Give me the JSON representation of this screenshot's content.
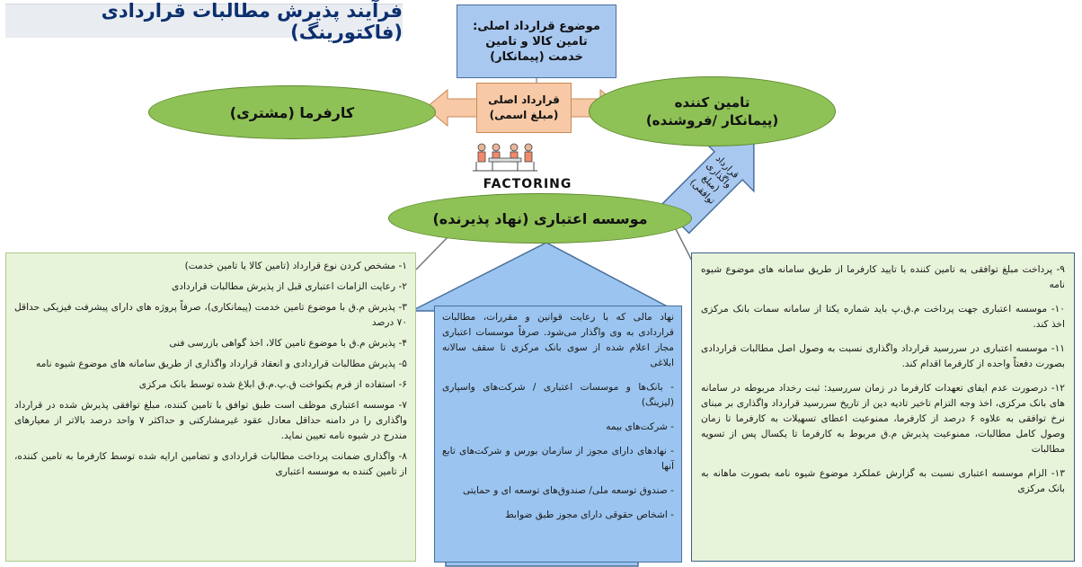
{
  "title": "فرآیند پذیرش مطالبات قراردادی (فاکتورینگ)",
  "main_contract_box": {
    "line1": "موضوع قرارداد اصلی:",
    "line2": "تامین کالا و تامین",
    "line3": "خدمت (پیمانکار)"
  },
  "client": "کارفرما (مشتری)",
  "supplier": {
    "line1": "تامین کننده",
    "line2": "(پیمانکار /فروشنده)"
  },
  "contract_arrow": {
    "line1": "قرارداد اصلی",
    "line2": "(مبلغ اسمی)"
  },
  "assignment_arrow": {
    "line1": "قرارداد",
    "line2": "واگذاری",
    "line3": "(مبلغ",
    "line4": "توافقی)"
  },
  "factoring_label": "FACTORING",
  "factor": "موسسه اعتباری (نهاد پذیرنده)",
  "left_items": [
    "۱- مشخص کردن نوع قرارداد (تامین کالا یا تامین خدمت)",
    "۲- رعایت الزامات اعتباری قبل از پذیرش مطالبات قراردادی",
    "۳- پذیرش م.ق با موضوع تامین خدمت (پیمانکاری)، صرفاً پروژه های دارای پیشرفت فیزیکی حداقل ۷۰ درصد",
    "۴- پذیرش م.ق با موضوع تامین کالا، اخذ گواهی بازرسی فنی",
    "۵- پذیرش مطالبات قراردادی و انعقاد قرارداد واگذاری از طریق سامانه های موضوع شیوه نامه",
    "۶- استفاده از فرم یکنواخت ق.پ.م.ق ابلاغ شده توسط بانک مرکزی",
    "۷- موسسه اعتباری موظف است طبق توافق با تامین کننده، مبلغ توافقی پذیرش شده در قرارداد واگذاری را در دامنه حداقل معادل عقود غیرمشارکتی و حداکثر ۷ واحد درصد بالاتر از معیارهای مندرج در شیوه نامه تعیین نماید.",
    "۸- واگذاری ضمانت پرداخت مطالبات قراردادی و تضامین ارایه شده توسط کارفرما به تامین کننده، از تامین کننده به موسسه اعتباری"
  ],
  "mid_items": [
    "نهاد مالی که با رعایت قوانین و مقررات، مطالبات قراردادی به وی واگذار می‌شود. صرفاً موسسات اعتباری مجاز اعلام شده از سوی بانک مرکزی تا سقف سالانه ابلاغی",
    "- بانک‌ها و موسسات اعتباری / شرکت‌های واسپاری (لیزینگ)",
    "- شرکت‌های بیمه",
    "- نهادهای دارای مجوز از سازمان بورس و شرکت‌های تابع آنها",
    "- صندوق توسعه ملی/ صندوق‌های توسعه ای و حمایتی",
    "- اشخاص حقوقی دارای مجوز طبق ضوابط"
  ],
  "right_items": [
    "۹- پرداخت مبلغ توافقی به تامین کننده با تایید کارفرما از طریق سامانه های موضوع شیوه نامه",
    "۱۰- موسسه اعتباری جهت پرداخت م.ق.پ باید شماره یکتا از سامانه سمات بانک مرکزی اخذ کند.",
    "۱۱- موسسه اعتباری در سررسید قرارداد واگذاری نسبت به وصول اصل مطالبات قراردادی بصورت دفعتاً واحده از کارفرما اقدام کند.",
    "۱۲- درصورت عدم ایفای تعهدات کارفرما در زمان سررسید: ثبت رخداد مربوطه در سامانه های بانک مرکزی، اخذ وجه التزام تاخیر تادیه دین از تاریخ سررسید قرارداد واگذاری بر مبنای نرخ توافقی به علاوه ۶ درصد از کارفرما، ممنوعیت اعطای تسهیلات به کارفرما تا زمان وصول کامل مطالبات، ممنوعیت پذیرش م.ق مربوط به کارفرما تا یکسال پس از تسویه مطالبات",
    "۱۳- الزام موسسه اعتباری نسبت به گزارش عملکرد موضوع شیوه نامه بصورت ماهانه به بانک مرکزی"
  ],
  "colors": {
    "ellipse": "#8fc256",
    "blue_box": "#a8c8f0",
    "contract_arrow": "#f7c9a6",
    "panel_green": "#e8f4d9",
    "title_text": "#0b2f6e"
  }
}
